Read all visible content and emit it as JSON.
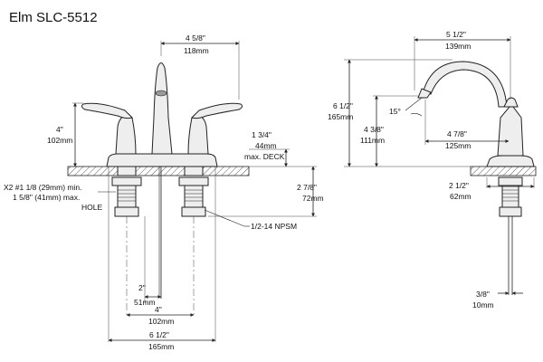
{
  "title": "Elm  SLC-5512",
  "dims": {
    "spout_reach_front": {
      "in": "4 5/8\"",
      "mm": "118mm"
    },
    "handle_height": {
      "in": "4\"",
      "mm": "102mm"
    },
    "deck_max": {
      "in": "1 3/4\"",
      "mm": "44mm",
      "note": "max. DECK"
    },
    "below_deck": {
      "in": "2 7/8\"",
      "mm": "72mm"
    },
    "hole_line1": "X2 #1 1/8 (29mm) min.",
    "hole_line2": "1 5/8\" (41mm) max.",
    "hole_line3": "HOLE",
    "npsm": "1/2-14 NPSM",
    "inner_2": {
      "in": "2\"",
      "mm": "51mm"
    },
    "center_4": {
      "in": "4\"",
      "mm": "102mm"
    },
    "overall_6_5": {
      "in": "6 1/2\"",
      "mm": "165mm"
    },
    "spout_reach_side": {
      "in": "5 1/2\"",
      "mm": "139mm"
    },
    "overall_height": {
      "in": "6 1/2\"",
      "mm": "165mm"
    },
    "spout_angle": "15°",
    "spout_height": {
      "in": "4 3/8\"",
      "mm": "111mm"
    },
    "spout_clearance": {
      "in": "4 7/8\"",
      "mm": "125mm"
    },
    "base_dia": {
      "in": "2 1/2\"",
      "mm": "62mm"
    },
    "supply": {
      "in": "3/8\"",
      "mm": "10mm"
    }
  }
}
